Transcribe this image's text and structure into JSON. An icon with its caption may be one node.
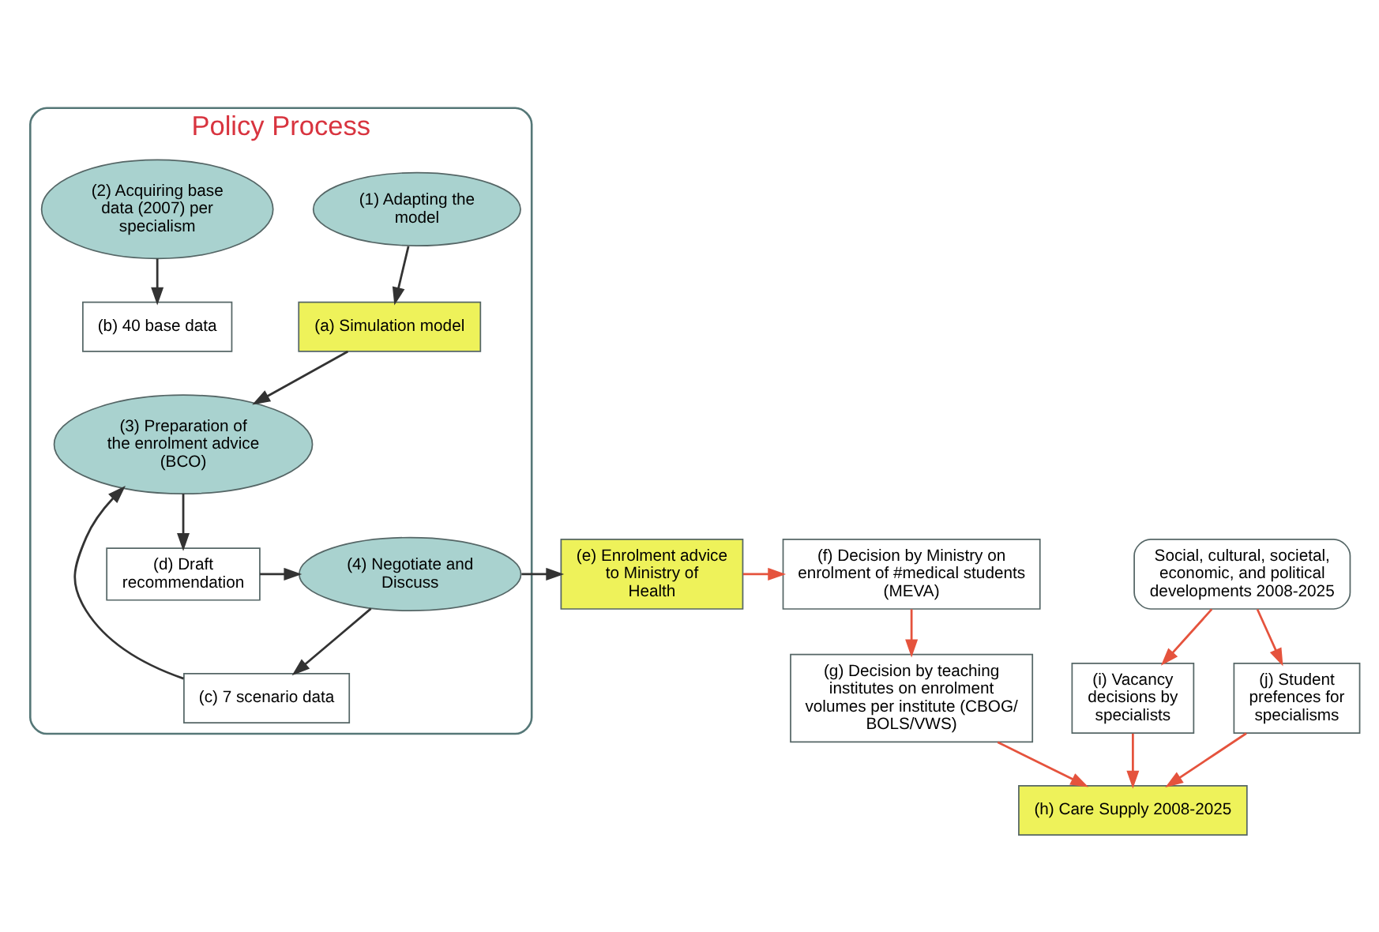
{
  "diagram": {
    "nodes": [
      {
        "text": [
          "Policy Process"
        ]
      },
      {
        "text": [
          "(1) Adapting the model"
        ],
        "in": 0
      },
      {
        "text": [
          "(2) Acquiring base data (2007) per specialism"
        ],
        "in": 0
      },
      {
        "text": [
          "(a) Simulation model"
        ],
        "in": 0
      },
      {
        "text": [
          "(b) 40 base data"
        ],
        "in": 0
      },
      {
        "text": [
          "(c) 7 scenario data"
        ],
        "in": 0
      },
      {
        "text": [
          "(3) Preparation of the enrolment advice (BCO)"
        ],
        "in": 0
      },
      {
        "text": [
          "(d) Draft recommendation"
        ],
        "in": 0
      },
      {
        "text": [
          "(4) Negotiate and Discuss"
        ],
        "in": 0
      },
      {
        "text": [
          "(e) Enrolment advice to Ministry of Health"
        ]
      },
      {
        "text": [
          "Social, cultural, societal, economic, and political developments 2008-2025"
        ]
      },
      {
        "text": [
          "(i) Vacancy decisions by specialists"
        ]
      },
      {
        "text": [
          "(j) Student prefences for specialisms"
        ]
      },
      {
        "text": [
          "(h) Care Supply 2008-2025"
        ]
      },
      {
        "text": [
          "(g) Decision by teaching institutes on enrolment volumes per institute (CBOG/ BOLS/VWS)"
        ]
      },
      {
        "text": [
          "(f) Decision by Ministry on enrolment of #medical students (MEVA)"
        ]
      }
    ],
    "edges": [
      {
        "from": 1,
        "to": 3,
        "arrow": "to"
      },
      {
        "from": 2,
        "to": 4,
        "arrow": "to"
      },
      {
        "from": 3,
        "to": 6,
        "arrow": "to"
      },
      {
        "from": 5,
        "to": 6,
        "arrow": "to"
      },
      {
        "from": 6,
        "to": 7,
        "arrow": "to"
      },
      {
        "from": 7,
        "to": 8,
        "arrow": "to"
      },
      {
        "from": 8,
        "to": 5,
        "arrow": "to"
      },
      {
        "from": 8,
        "to": 9,
        "arrow": "to"
      },
      {
        "from": 9,
        "to": 15,
        "arrow": "to",
        "color": "#e5533d"
      },
      {
        "from": 10,
        "to": 11,
        "arrow": "to",
        "color": "#e5533d"
      },
      {
        "from": 10,
        "to": 12,
        "arrow": "to",
        "color": "#e5533d"
      },
      {
        "from": 11,
        "to": 13,
        "arrow": "to",
        "color": "#e5533d"
      },
      {
        "from": 12,
        "to": 13,
        "arrow": "to",
        "color": "#e5533d"
      },
      {
        "from": 15,
        "to": 14,
        "arrow": "to",
        "color": "#e5533d"
      },
      {
        "from": 14,
        "to": 13,
        "arrow": "to",
        "color": "#e5533d"
      }
    ]
  }
}
